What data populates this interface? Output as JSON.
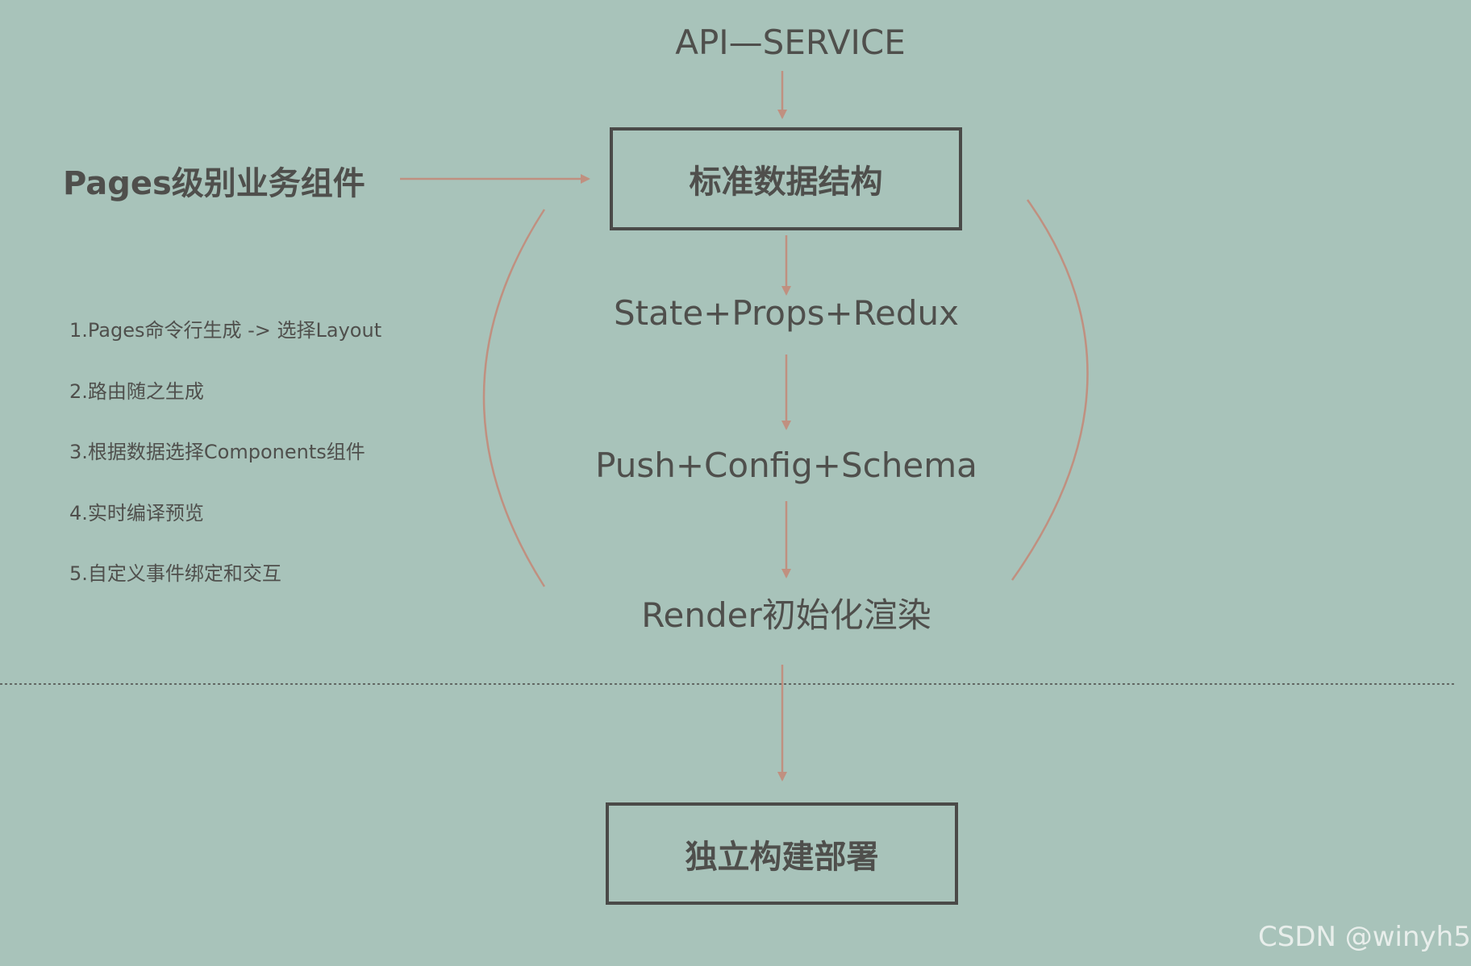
{
  "nodes": {
    "api_service": "API—SERVICE",
    "standard_data": "标准数据结构",
    "state_props": "State+Props+Redux",
    "push_config": "Push+Config+Schema",
    "render": "Render初始化渲染",
    "deploy": "独立构建部署"
  },
  "pages_label": "Pages级别业务组件",
  "steps": [
    "1.Pages命令行生成 ->  选择Layout",
    "2.路由随之生成",
    "3.根据数据选择Components组件",
    "4.实时编译预览",
    "5.自定义事件绑定和交互"
  ],
  "watermark": "CSDN @winyh5",
  "colors": {
    "background": "#a8c3ba",
    "arrow": "#c09080",
    "box_border": "#4a4a48",
    "text": "#4f4f4c"
  }
}
